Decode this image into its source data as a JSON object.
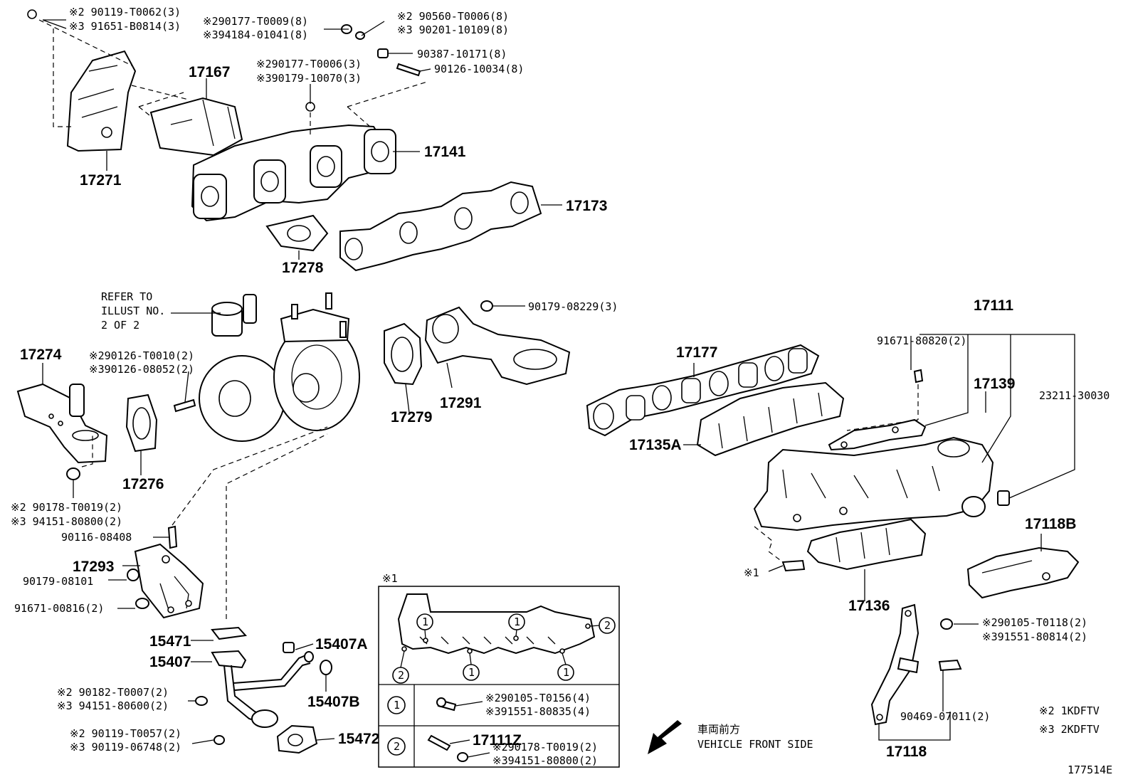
{
  "labels": {
    "p1a": "※2 90119-T0062(3)",
    "p1b": "※3 91651-B0814(3)",
    "p2a": "※290177-T0009(8)",
    "p2b": "※394184-01041(8)",
    "p3a": "※2 90560-T0006(8)",
    "p3b": "※3 90201-10109(8)",
    "p4": "90387-10171(8)",
    "p5": "90126-10034(8)",
    "p6a": "※290177-T0006(3)",
    "p6b": "※390179-10070(3)",
    "p17167": "17167",
    "p17141": "17141",
    "p17271": "17271",
    "p17173": "17173",
    "p17278": "17278",
    "refer1": "REFER TO",
    "refer2": "ILLUST NO.",
    "refer3": "2 OF 2",
    "p90179_08229": "90179-08229(3)",
    "p17274": "17274",
    "p7a": "※290126-T0010(2)",
    "p7b": "※390126-08052(2)",
    "p17276": "17276",
    "p17279": "17279",
    "p17291": "17291",
    "p8a": "※2 90178-T0019(2)",
    "p8b": "※3 94151-80800(2)",
    "p90116": "90116-08408",
    "p17293": "17293",
    "p90179_08101": "90179-08101",
    "p91671_00816": "91671-00816(2)",
    "p15471": "15471",
    "p15407": "15407",
    "p15407A": "15407A",
    "p15407B": "15407B",
    "p15472": "15472",
    "p9a": "※2 90182-T0007(2)",
    "p9b": "※3 94151-80600(2)",
    "p10a": "※2 90119-T0057(2)",
    "p10b": "※3 90119-06748(2)",
    "p17111": "17111",
    "p91671_80820": "91671-80820(2)",
    "p17177": "17177",
    "p17139": "17139",
    "p23211": "23211-30030",
    "p17135A": "17135A",
    "p17118B": "17118B",
    "pstar1": "※1",
    "p17136": "17136",
    "p11a": "※290105-T0118(2)",
    "p11b": "※391551-80814(2)",
    "p90469": "90469-07011(2)",
    "p17118": "17118",
    "legend1": "※2 1KDFTV",
    "legend2": "※3 2KDFTV",
    "diagram_id": "177514E",
    "vehicle_jp": "車両前方",
    "vehicle_en": "VEHICLE FRONT SIDE"
  },
  "inset": {
    "title": "※1",
    "circle1": "1",
    "circle2": "2",
    "r1a": "※290105-T0156(4)",
    "r1b": "※391551-80835(4)",
    "r2_part": "17111Z",
    "r2a": "※290178-T0019(2)",
    "r2b": "※394151-80800(2)"
  }
}
